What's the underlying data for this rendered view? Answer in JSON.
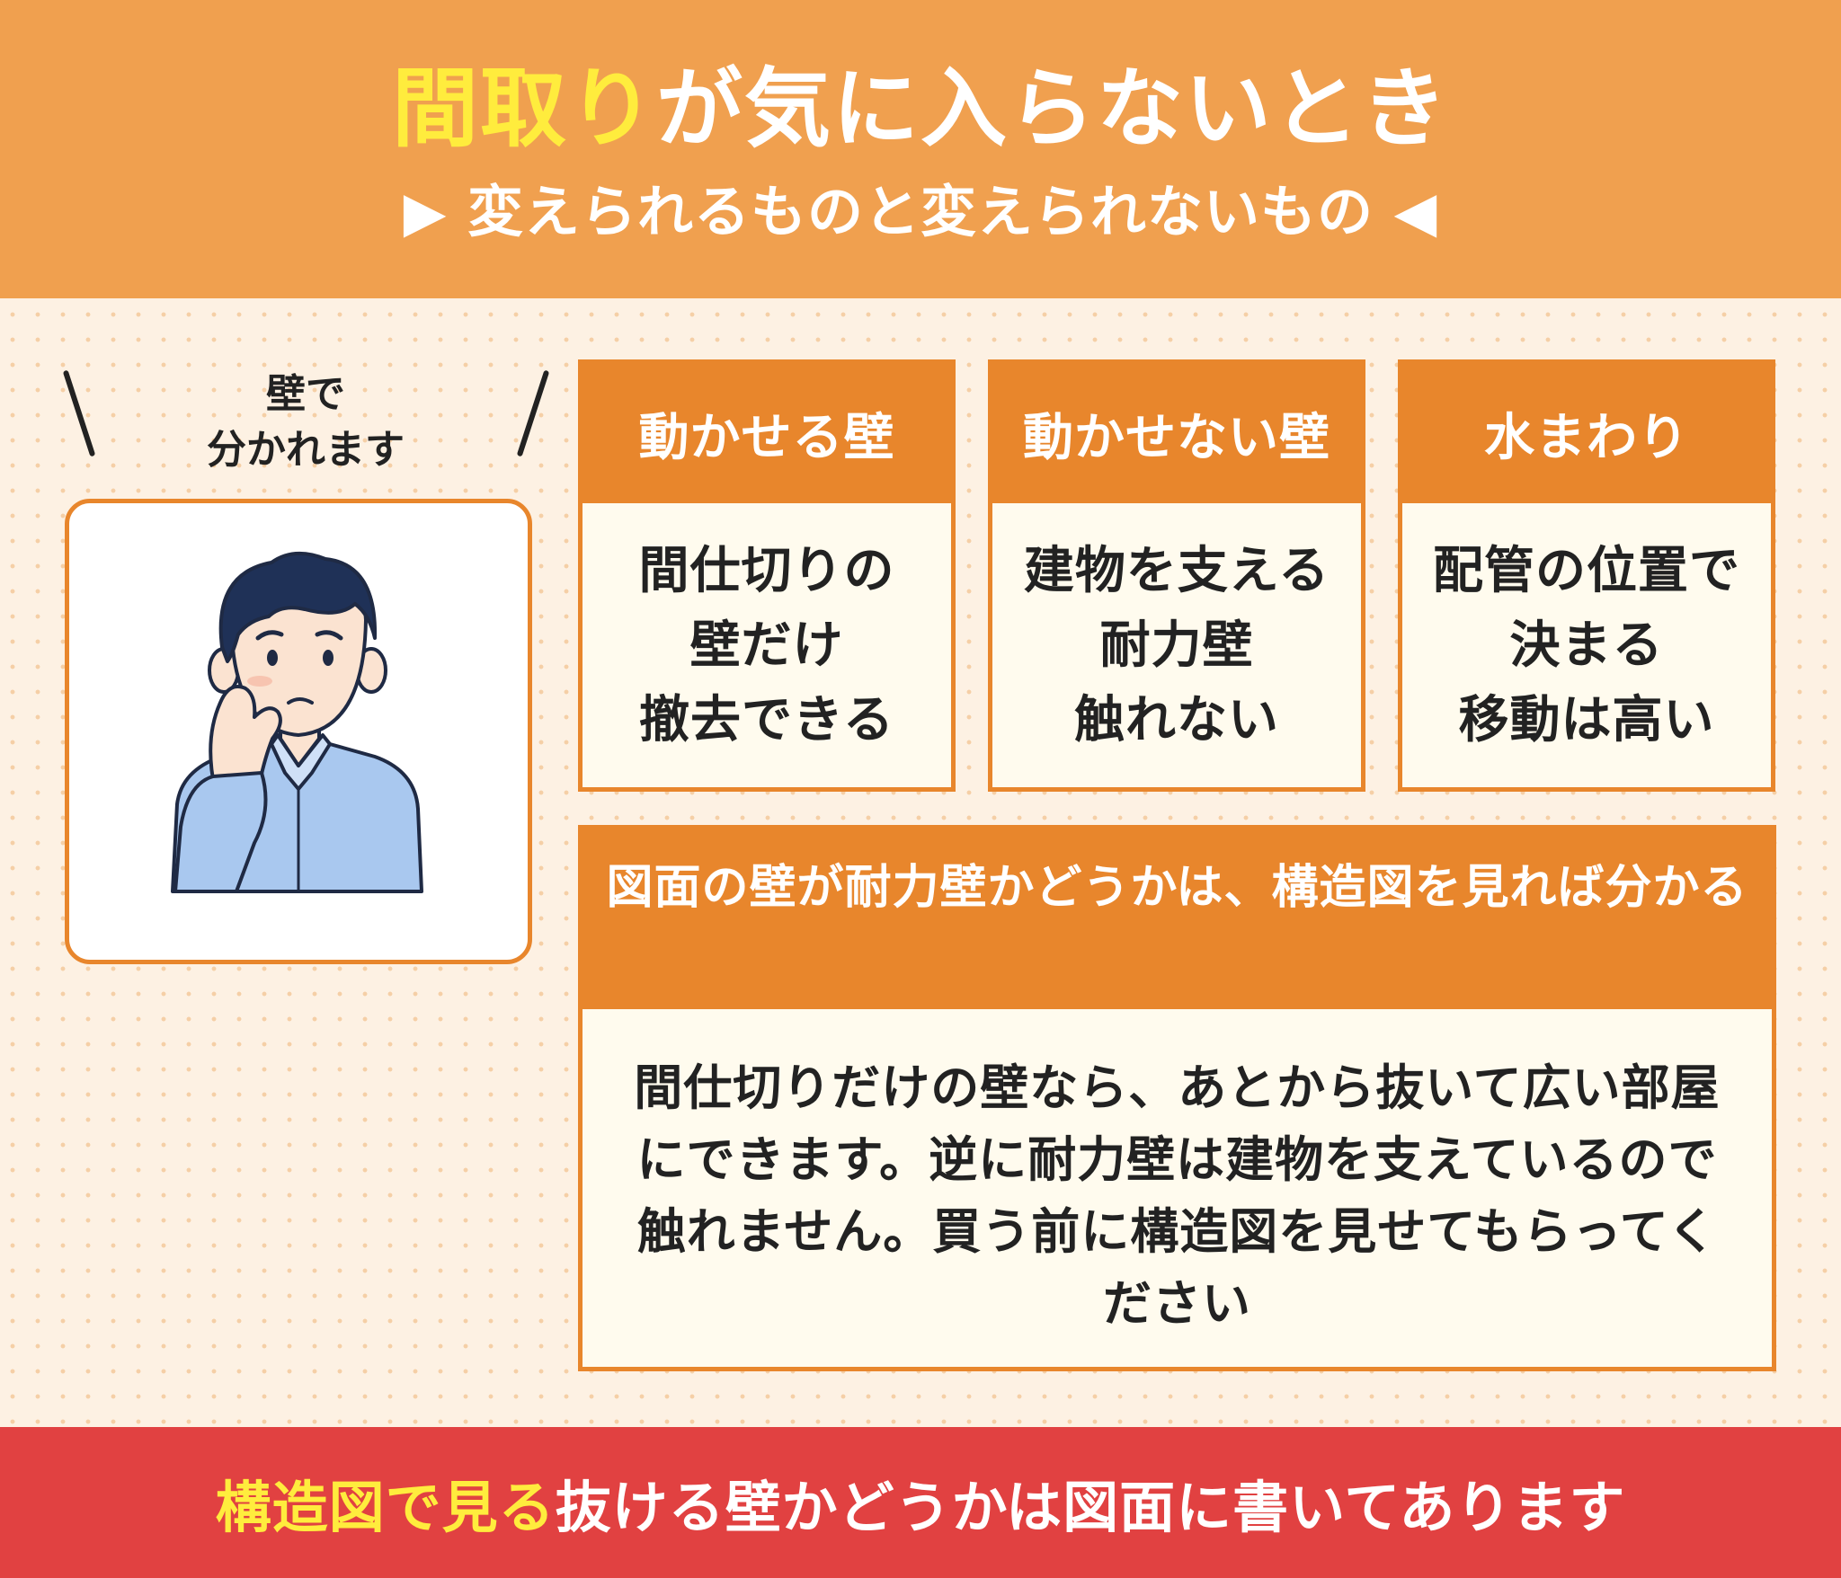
{
  "header": {
    "title_highlight": "間取り",
    "title_rest": "が気に入らないとき",
    "subtitle": "▶ 変えられるものと変えられないもの ◀"
  },
  "bubble": {
    "line1": "壁で",
    "line2": "分かれます"
  },
  "cards": [
    {
      "title": "動かせる壁",
      "lines": [
        "間仕切りの",
        "壁だけ",
        "撤去できる"
      ]
    },
    {
      "title": "動かせない壁",
      "lines": [
        "建物を支える",
        "耐力壁",
        "触れない"
      ]
    },
    {
      "title": "水まわり",
      "lines": [
        "配管の位置で",
        "決まる",
        "移動は高い"
      ]
    }
  ],
  "wide_card": {
    "title": "図面の壁が耐力壁かどうかは、構造図を見れば分かる",
    "body": "間仕切りだけの壁なら、あとから抜いて広い部屋にできます。逆に耐力壁は建物を支えているので触れません。買う前に構造図を見せてもらってください"
  },
  "footer": {
    "highlight": "構造図で見る",
    "rest": "抜ける壁かどうかは図面に書いてあります"
  },
  "colors": {
    "header_bg": "#f0a04f",
    "accent": "#e8862c",
    "highlight": "#ffec3d",
    "footer_bg": "#e14141"
  }
}
